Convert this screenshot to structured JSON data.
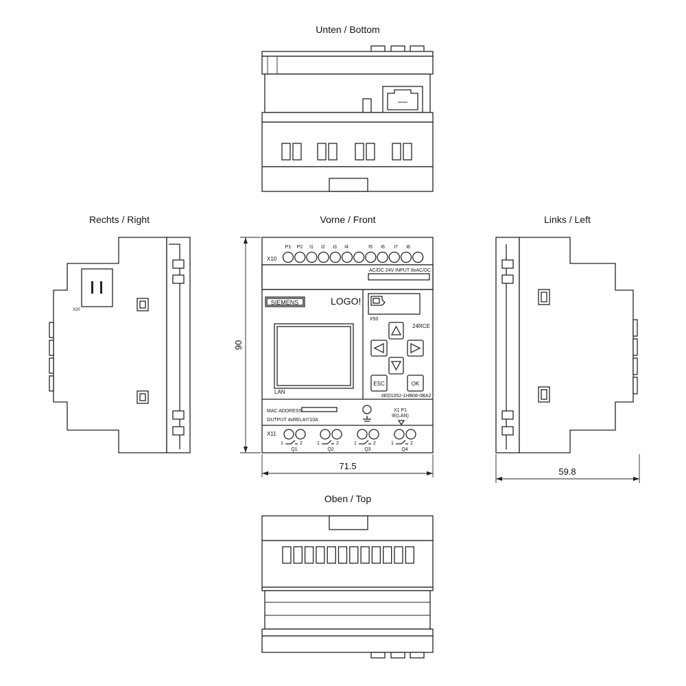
{
  "views": {
    "bottom": "Unten / Bottom",
    "right": "Rechts / Right",
    "front": "Vorne / Front",
    "left": "Links / Left",
    "top": "Oben / Top"
  },
  "dimensions": {
    "height": "90",
    "width": "71.5",
    "depth": "59.8"
  },
  "front_panel": {
    "x10": "X10",
    "inputs": [
      "P1",
      "P2",
      "I1",
      "I2",
      "I3",
      "I4",
      "I5",
      "I6",
      "I7",
      "I8"
    ],
    "input_rating": "AC/DC 24V  INPUT 8xAC/DC",
    "brand": "SIEMENS",
    "logo": "LOGO!",
    "x50": "X50",
    "model": "24RCE",
    "lan": "LAN",
    "esc": "ESC",
    "ok": "OK",
    "order_number": "6ED1052-1HB08-0BA2",
    "mac": "MAC ADDRESS",
    "output_rating": "OUTPUT 4xRELAY/10A",
    "x1p1": "X1 P1",
    "ie_lan": "IE(LAN)",
    "x11": "X11",
    "outputs": [
      "Q1",
      "Q2",
      "Q3",
      "Q4"
    ],
    "contact_1": "1",
    "contact_2": "2"
  },
  "right_side": {
    "x20": "X20"
  }
}
